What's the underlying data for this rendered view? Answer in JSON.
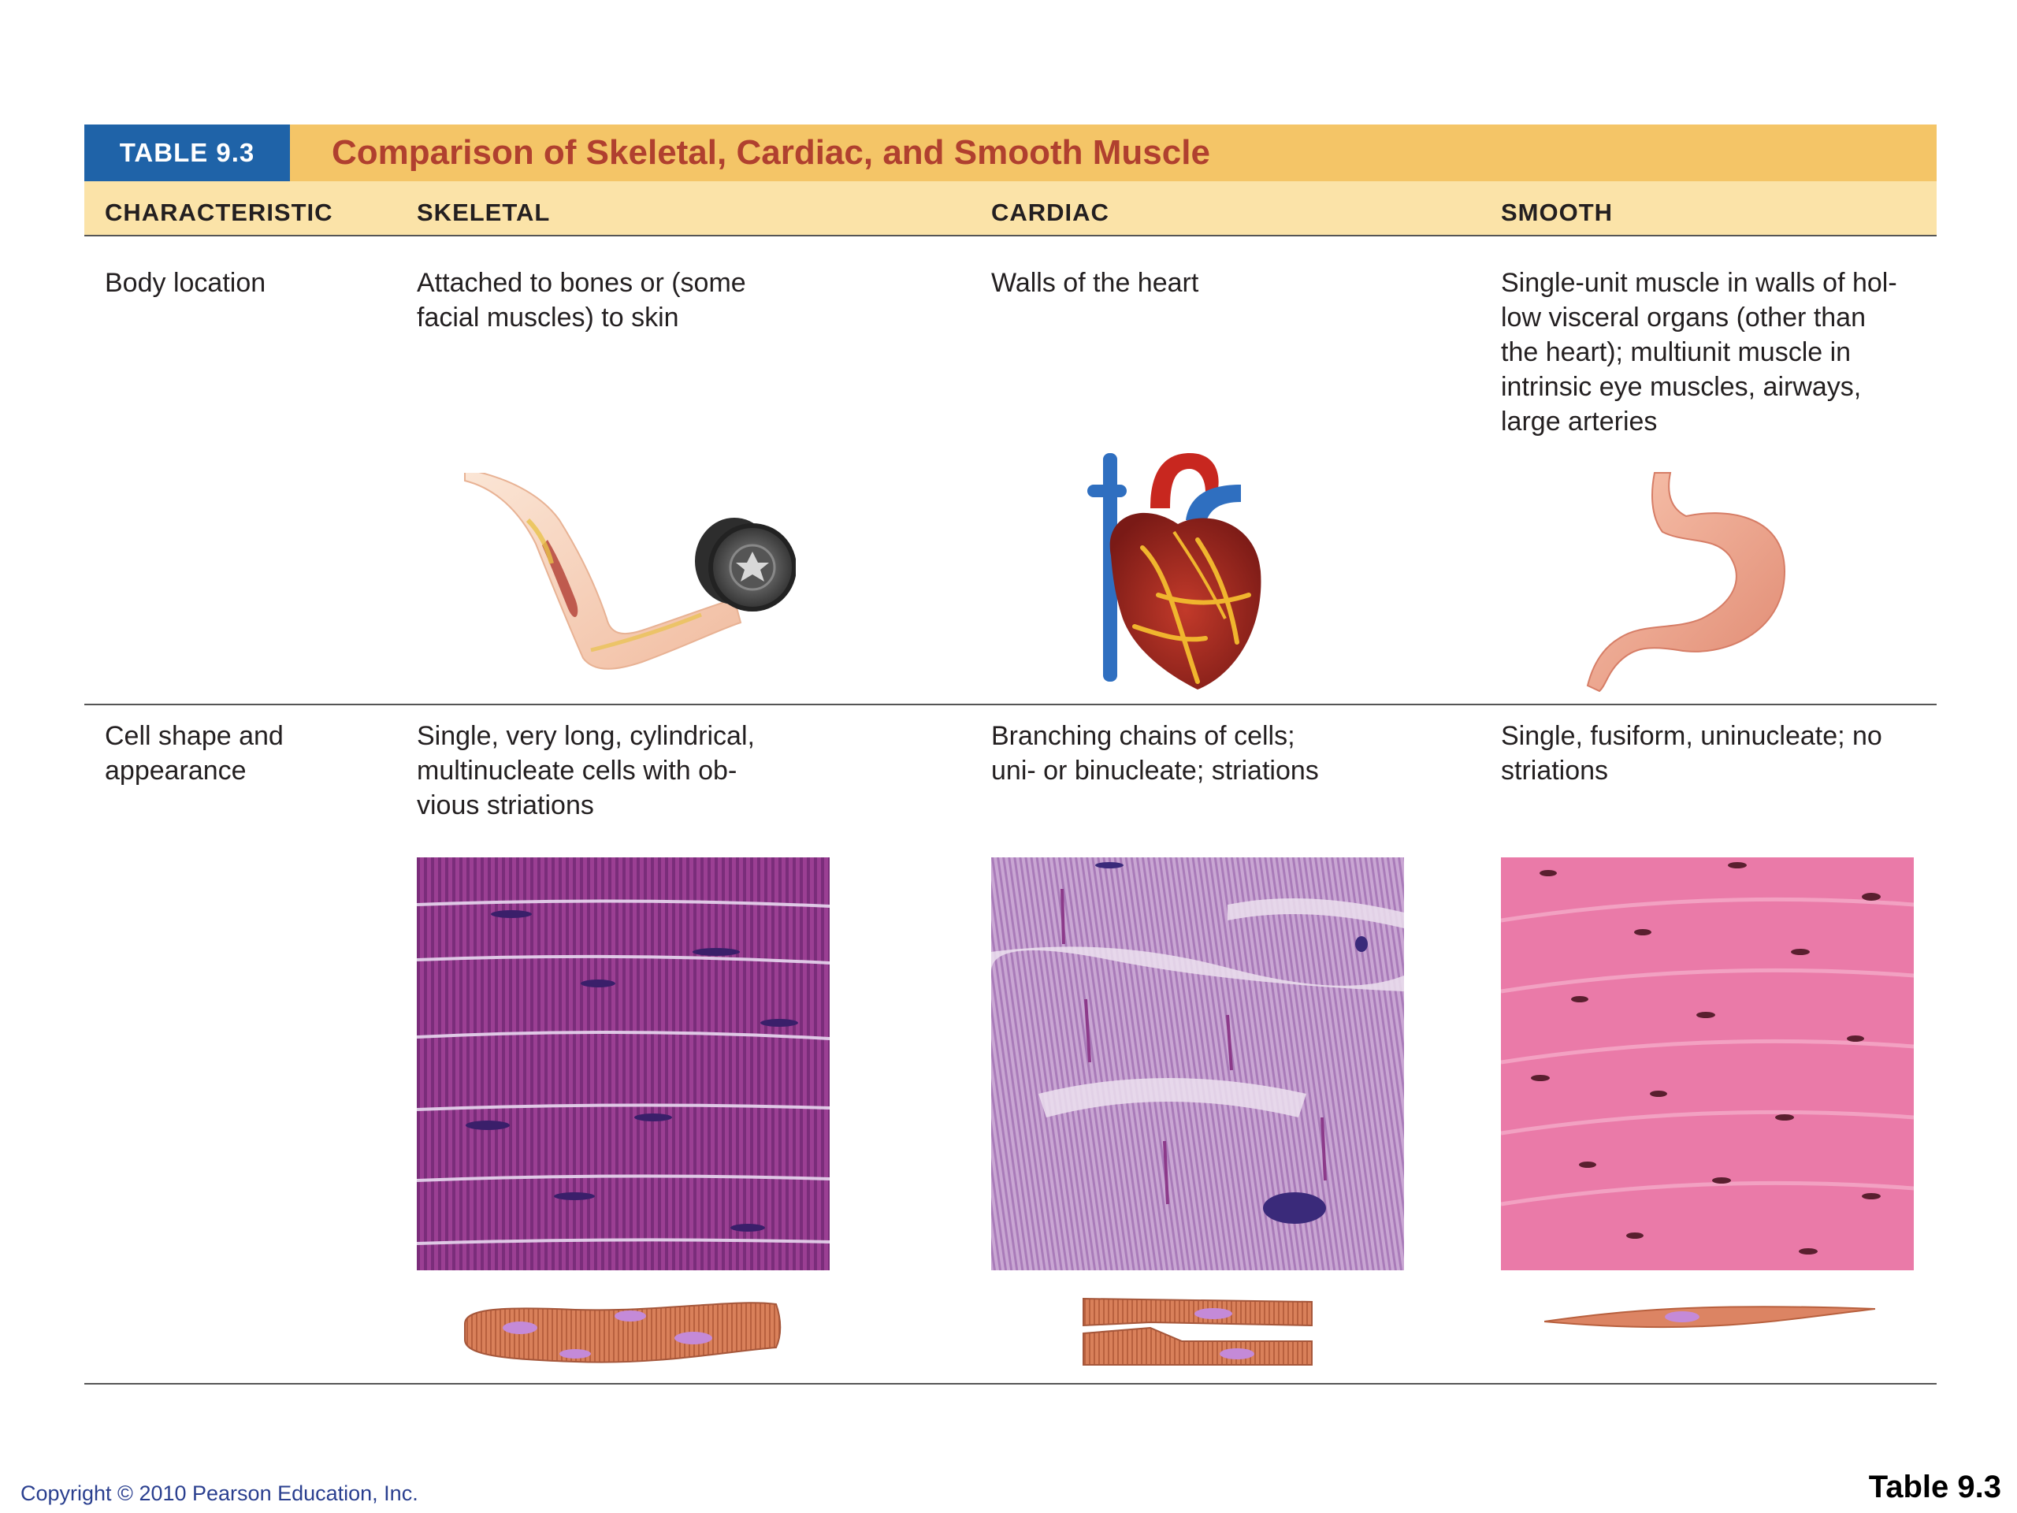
{
  "table": {
    "tag": "TABLE 9.3",
    "title": "Comparison of Skeletal, Cardiac, and Smooth Muscle",
    "columns": [
      "CHARACTERISTIC",
      "SKELETAL",
      "CARDIAC",
      "SMOOTH"
    ],
    "rows": [
      {
        "characteristic": "Body location",
        "skeletal": "Attached to bones or (some\nfacial muscles) to skin",
        "cardiac": "Walls of the heart",
        "smooth": "Single-unit muscle in walls of hol-\nlow visceral organs (other than\nthe heart); multiunit muscle in\nintrinsic eye muscles, airways,\nlarge arteries"
      },
      {
        "characteristic": "Cell shape and\nappearance",
        "skeletal": "Single, very long, cylindrical,\nmultinucleate cells with ob-\nvious striations",
        "cardiac": "Branching chains of cells;\nuni- or binucleate; striations",
        "smooth": "Single, fusiform, uninucleate; no\nstriations"
      }
    ]
  },
  "footer": {
    "copyright": "Copyright © 2010 Pearson Education, Inc.",
    "table_label": "Table 9.3"
  },
  "colors": {
    "tag_blue": "#1f63a8",
    "title_bar": "#f4c567",
    "header_row": "#fbe3a8",
    "title_text": "#b0402f",
    "footer_text": "#2a3f8f"
  },
  "icons": [
    "flexed-arm-with-dumbbell-illustration",
    "heart-illustration",
    "stomach-illustration",
    "skeletal-muscle-micrograph",
    "cardiac-muscle-micrograph",
    "smooth-muscle-micrograph",
    "skeletal-muscle-cell-drawing",
    "cardiac-muscle-cells-drawing",
    "smooth-muscle-cell-drawing"
  ]
}
